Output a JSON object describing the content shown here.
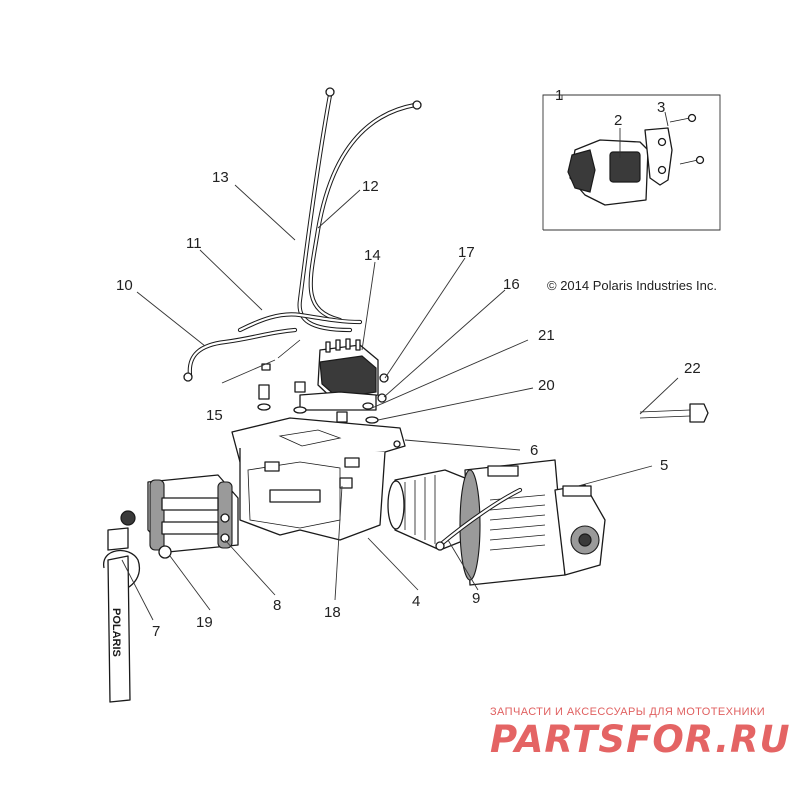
{
  "copyright": "© 2014 Polaris Industries Inc.",
  "watermark": {
    "subtitle": "ЗАПЧАСТИ И АКСЕССУАРЫ ДЛЯ МОТОТЕХНИКИ",
    "brand": "PARTSFOR.RU"
  },
  "strap_text": "POLARIS",
  "callouts": {
    "c1": "1",
    "c2": "2",
    "c3": "3",
    "c4": "4",
    "c5": "5",
    "c6": "6",
    "c7": "7",
    "c8": "8",
    "c9": "9",
    "c10": "10",
    "c11": "11",
    "c12": "12",
    "c13": "13",
    "c14": "14",
    "c15": "15",
    "c16": "16",
    "c17": "17",
    "c18": "18",
    "c19": "19",
    "c20": "20",
    "c21": "21",
    "c22": "22"
  },
  "colors": {
    "line": "#1a1a1a",
    "watermark": "#e46464"
  }
}
